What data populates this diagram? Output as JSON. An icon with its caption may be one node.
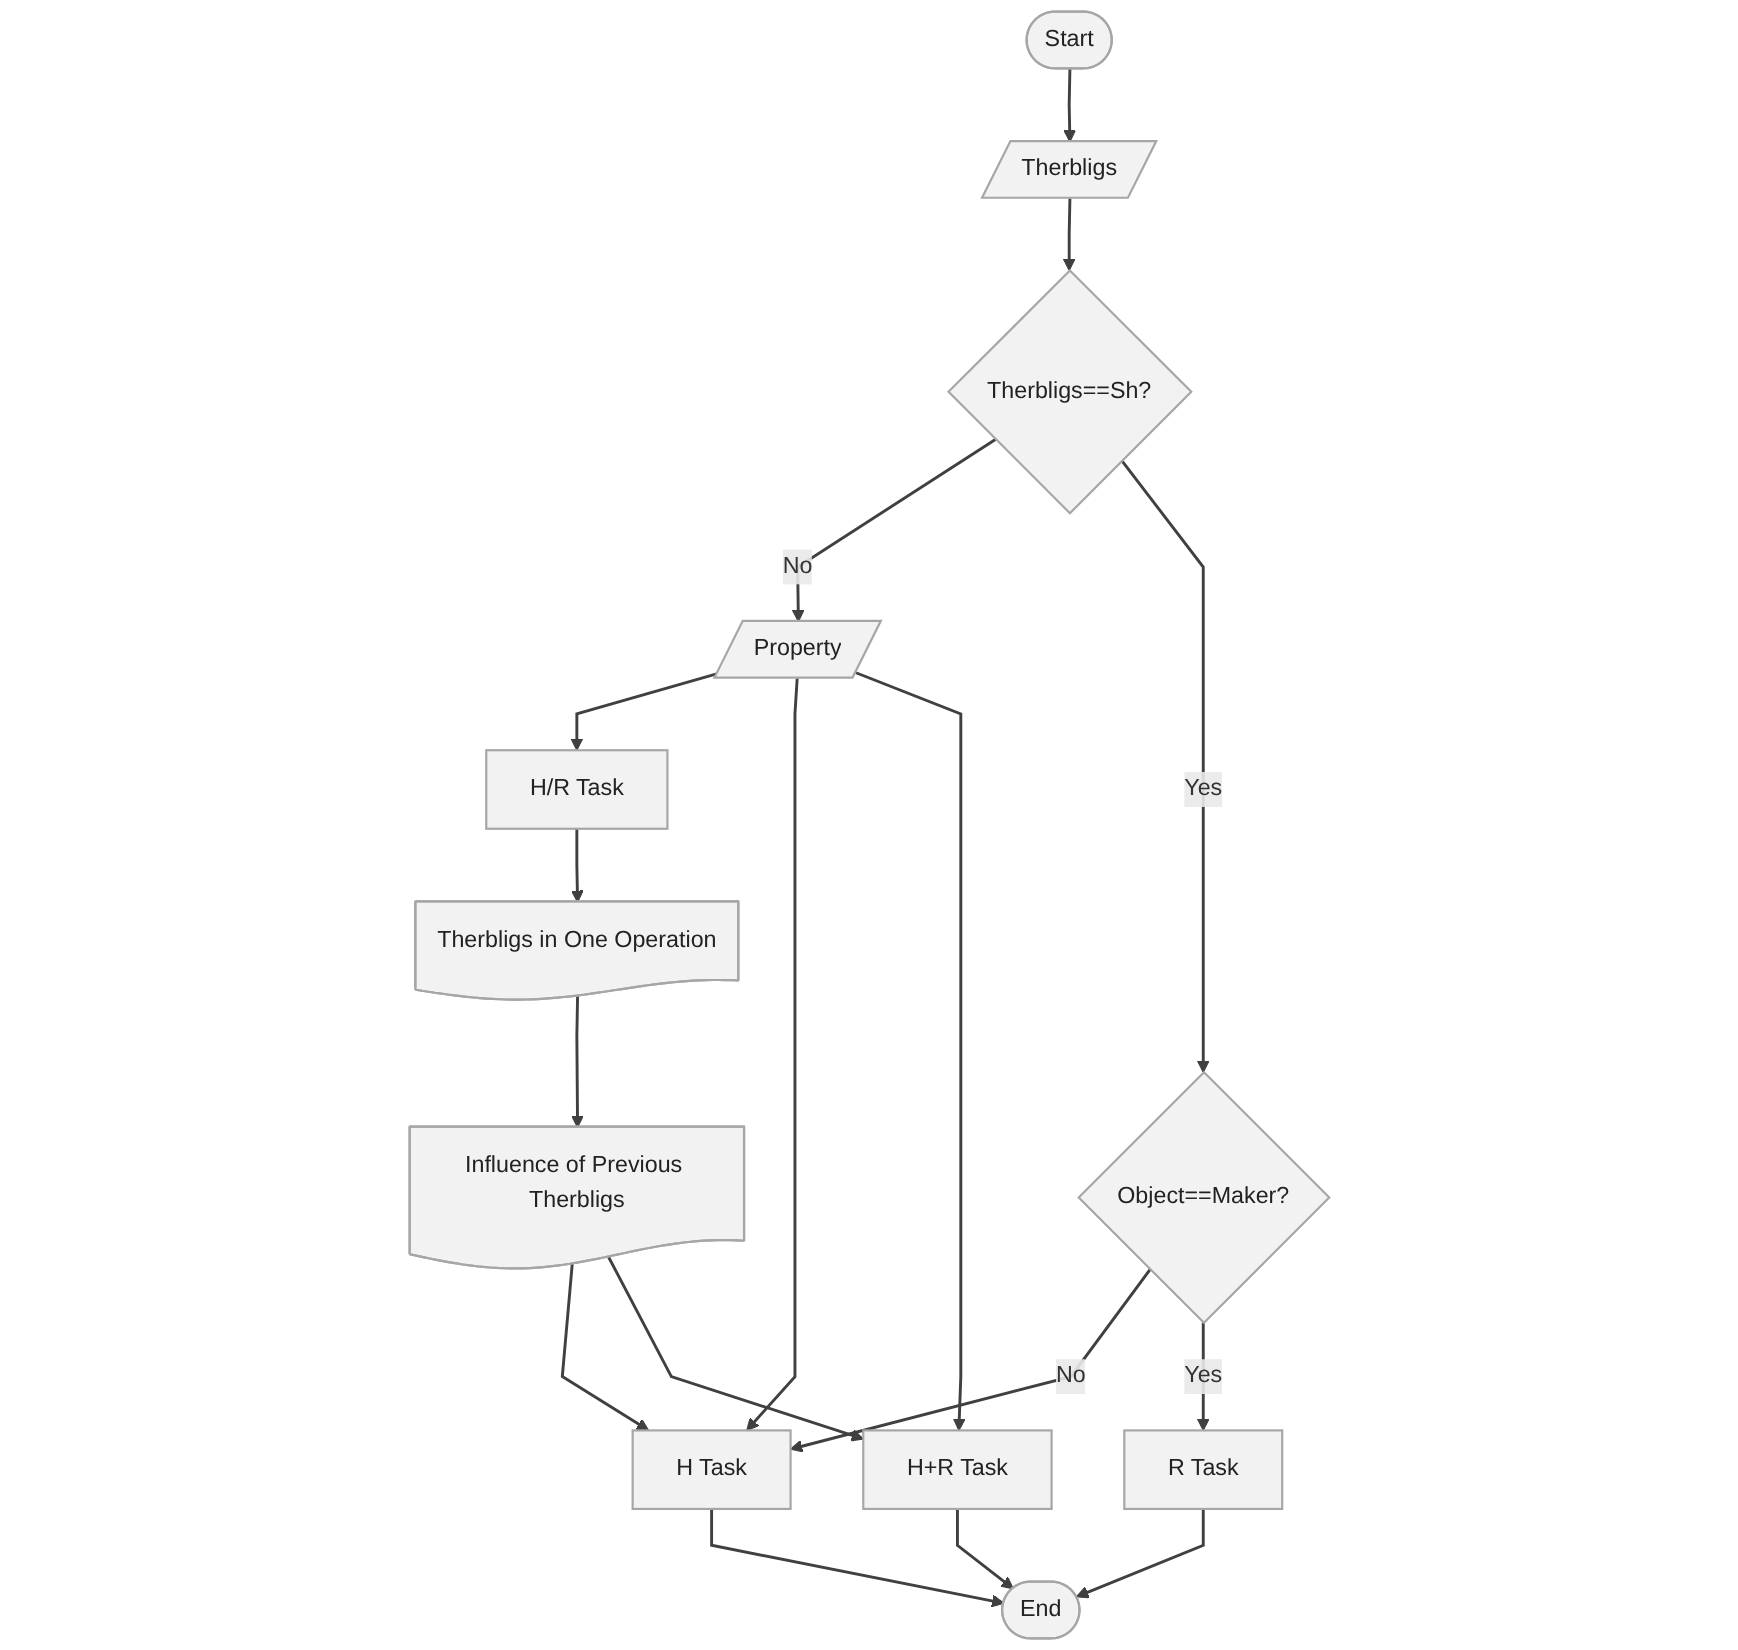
{
  "diagram": {
    "nodes": [
      {
        "text": [
          "Start"
        ]
      },
      {
        "text": [
          "Therbligs"
        ]
      },
      {
        "text": [
          "Therbligs==Sh?"
        ]
      },
      {
        "text": [
          "Property"
        ]
      },
      {
        "text": [
          "H/R Task"
        ]
      },
      {
        "text": [
          "Therbligs in One Operation"
        ]
      },
      {
        "text": [
          "Influence of Previous Therbligs"
        ]
      },
      {
        "text": [
          "Object==Maker?"
        ]
      },
      {
        "text": [
          "H Task"
        ]
      },
      {
        "text": [
          "R Task"
        ]
      },
      {
        "text": [
          "H+R Task"
        ]
      },
      {
        "text": [
          "End"
        ]
      }
    ],
    "edges": [
      {
        "from": 0,
        "to": 1,
        "arrow": "to"
      },
      {
        "from": 1,
        "to": 2,
        "arrow": "to"
      },
      {
        "from": 2,
        "to": 3,
        "arrow": "to",
        "label": "No"
      },
      {
        "from": 3,
        "to": 4,
        "arrow": "to"
      },
      {
        "from": 4,
        "to": 5,
        "arrow": "to"
      },
      {
        "from": 5,
        "to": 6,
        "arrow": "to"
      },
      {
        "from": 2,
        "to": 7,
        "arrow": "to",
        "label": "Yes"
      },
      {
        "from": 7,
        "to": 8,
        "arrow": "to",
        "label": "No"
      },
      {
        "from": 7,
        "to": 9,
        "arrow": "to",
        "label": "Yes"
      },
      {
        "from": 3,
        "to": 8,
        "arrow": "to"
      },
      {
        "from": 3,
        "to": 10,
        "arrow": "to"
      },
      {
        "from": 6,
        "to": 8,
        "arrow": "to"
      },
      {
        "from": 6,
        "to": 10,
        "arrow": "to"
      },
      {
        "from": 8,
        "to": 11,
        "arrow": "to"
      },
      {
        "from": 9,
        "to": 11,
        "arrow": "to"
      },
      {
        "from": 10,
        "to": 11,
        "arrow": "to"
      }
    ]
  }
}
